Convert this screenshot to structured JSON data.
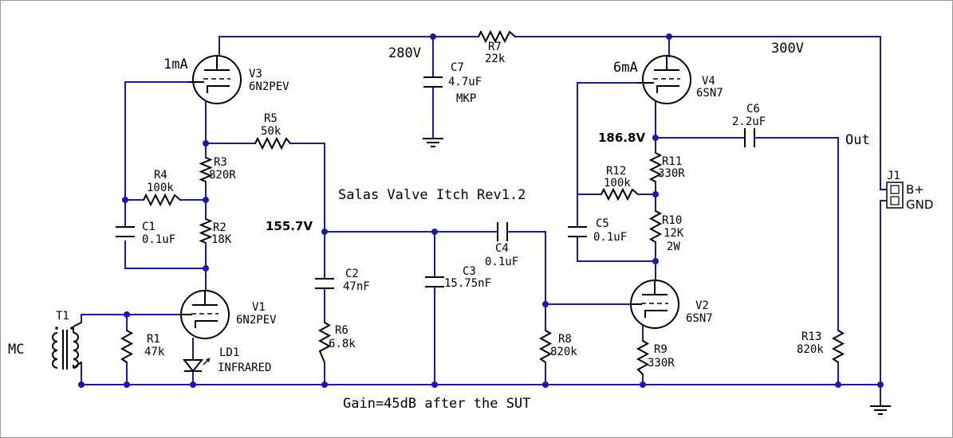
{
  "title": "Salas Valve Itch Rev1.2",
  "gain_note": "Gain=45dB after the SUT",
  "nodes": {
    "v280": "280V",
    "v300": "300V",
    "v186": "186.8V",
    "v155": "155.7V",
    "i_v3": "1mA",
    "i_v4": "6mA",
    "out": "Out",
    "mc": "MC",
    "bplus": "B+",
    "gnd": "GND"
  },
  "components": {
    "T1": {
      "ref": "T1"
    },
    "R1": {
      "ref": "R1",
      "value": "47k"
    },
    "R2": {
      "ref": "R2",
      "value": "18K"
    },
    "R3": {
      "ref": "R3",
      "value": "820R"
    },
    "R4": {
      "ref": "R4",
      "value": "100k"
    },
    "R5": {
      "ref": "R5",
      "value": "50k"
    },
    "R6": {
      "ref": "R6",
      "value": "6.8k"
    },
    "R7": {
      "ref": "R7",
      "value": "22k"
    },
    "R8": {
      "ref": "R8",
      "value": "820k"
    },
    "R9": {
      "ref": "R9",
      "value": "330R"
    },
    "R10": {
      "ref": "R10",
      "value": "12K",
      "note": "2W"
    },
    "R11": {
      "ref": "R11",
      "value": "330R"
    },
    "R12": {
      "ref": "R12",
      "value": "100k"
    },
    "R13": {
      "ref": "R13",
      "value": "820k"
    },
    "C1": {
      "ref": "C1",
      "value": "0.1uF"
    },
    "C2": {
      "ref": "C2",
      "value": "47nF"
    },
    "C3": {
      "ref": "C3",
      "value": "15.75nF"
    },
    "C4": {
      "ref": "C4",
      "value": "0.1uF"
    },
    "C5": {
      "ref": "C5",
      "value": "0.1uF"
    },
    "C6": {
      "ref": "C6",
      "value": "2.2uF"
    },
    "C7": {
      "ref": "C7",
      "value": "4.7uF",
      "note": "MKP"
    },
    "V1": {
      "ref": "V1",
      "value": "6N2PEV"
    },
    "V2": {
      "ref": "V2",
      "value": "6SN7"
    },
    "V3": {
      "ref": "V3",
      "value": "6N2PEV"
    },
    "V4": {
      "ref": "V4",
      "value": "6SN7"
    },
    "LD1": {
      "ref": "LD1",
      "value": "INFRARED"
    },
    "J1": {
      "ref": "J1"
    }
  },
  "colors": {
    "wire": "#1a1aa8",
    "part": "#000000",
    "background": "#ffffff"
  }
}
